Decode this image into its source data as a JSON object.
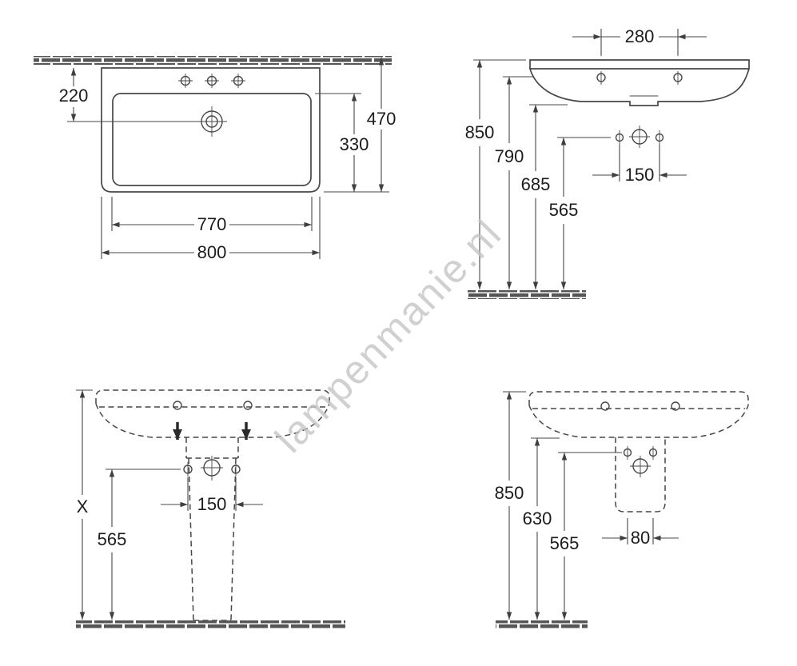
{
  "watermark": {
    "text": "lampenmanie.nl",
    "color": "#c4c4c4"
  },
  "colors": {
    "line": "#474747",
    "dim_text": "#1c1c1c"
  },
  "top_view": {
    "dim_front_edge": "220",
    "dim_total_depth": "470",
    "dim_basin_depth": "330",
    "dim_basin_width": "770",
    "dim_total_width": "800"
  },
  "front_view": {
    "dim_tap_hole_spacing": "280",
    "dim_top_height": "850",
    "dim_under_rim_height": "790",
    "dim_underside_height": "685",
    "dim_fixing_height": "565",
    "dim_fixing_spacing": "150"
  },
  "pedestal_view": {
    "dim_height": "X",
    "dim_fixing_height": "565",
    "dim_fixing_spacing": "150"
  },
  "half_pedestal_view": {
    "dim_top_height": "850",
    "dim_cover_height": "630",
    "dim_fixing_height": "565",
    "dim_fixing_spacing": "80"
  }
}
